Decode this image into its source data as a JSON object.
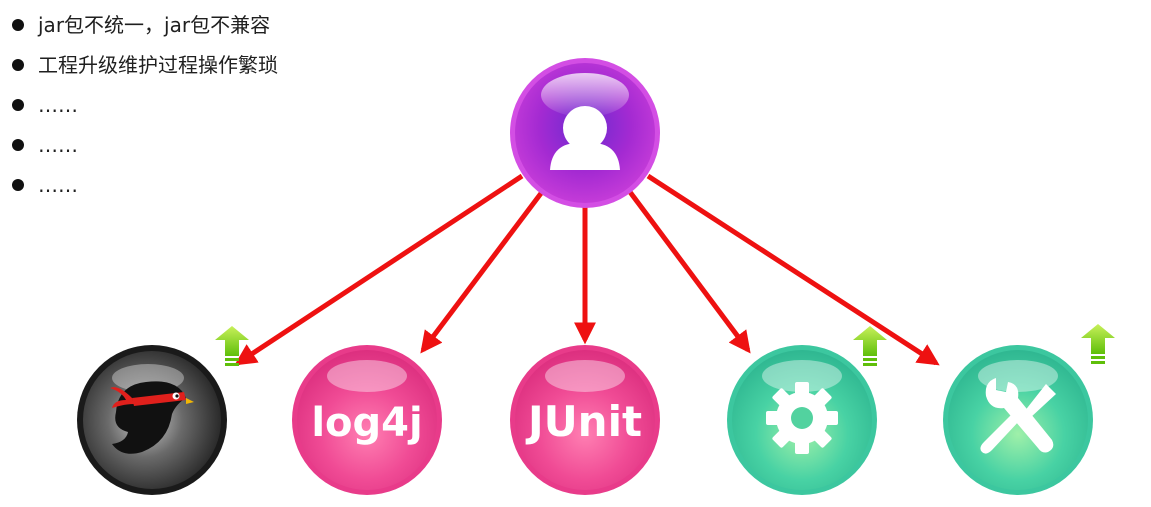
{
  "bullets": [
    "jar包不统一，jar包不兼容",
    "工程升级维护过程操作繁琐",
    "……",
    "……",
    "……"
  ],
  "nodes": {
    "user": {
      "icon": "user-icon",
      "color": "#b02fd0"
    },
    "ninja": {
      "icon": "ninja-bird-icon",
      "color": "#333333",
      "upgrade": true
    },
    "log4j": {
      "label": "log4j",
      "color": "#ef3f8f",
      "upgrade": false
    },
    "junit": {
      "label": "JUnit",
      "color": "#ef3f8f",
      "upgrade": false
    },
    "gear": {
      "icon": "gear-icon",
      "color": "#3ec9a3",
      "upgrade": true
    },
    "tools": {
      "icon": "wrench-screwdriver-icon",
      "color": "#3ec9a3",
      "upgrade": true
    }
  },
  "colors": {
    "arrow": "#ee1111",
    "upgrade_arrow": "#7fd40b"
  }
}
